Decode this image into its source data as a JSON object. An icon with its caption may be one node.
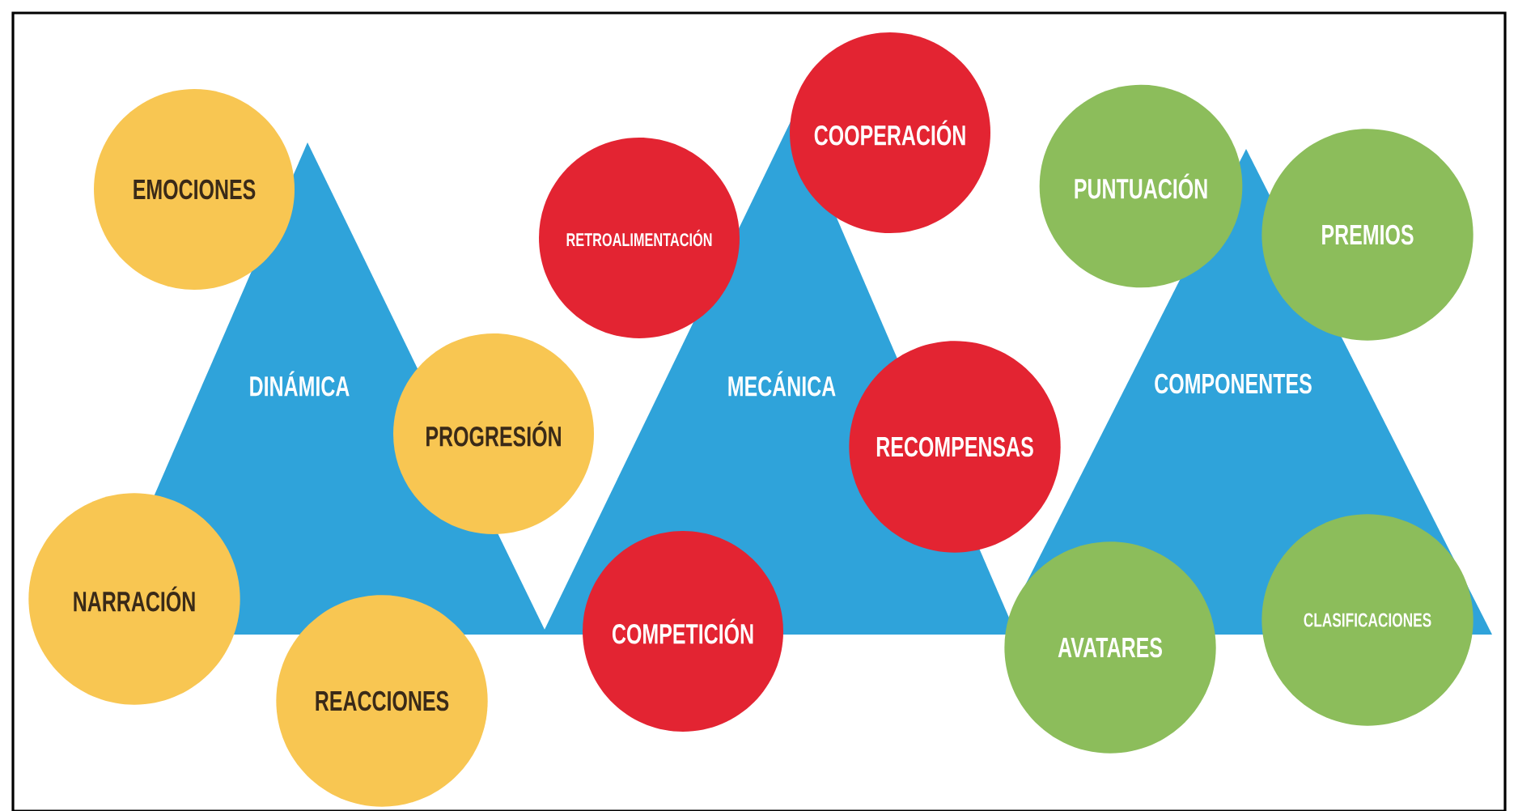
{
  "diagram": {
    "nodes": [
      {
        "text": [
          "DINÁMICA"
        ]
      },
      {
        "text": [
          "EMOCIONES"
        ]
      },
      {
        "text": [
          "PROGRESIÓN"
        ]
      },
      {
        "text": [
          "NARRACIÓN"
        ]
      },
      {
        "text": [
          "REACCIONES"
        ]
      },
      {
        "text": [
          "MECÁNICA"
        ]
      },
      {
        "text": [
          "RETROALIMENTACIÓN"
        ]
      },
      {
        "text": [
          "COOPERACIÓN"
        ]
      },
      {
        "text": [
          "RECOMPENSAS"
        ]
      },
      {
        "text": [
          "COMPETICIÓN"
        ]
      },
      {
        "text": [
          "COMPONENTES"
        ]
      },
      {
        "text": [
          "PUNTUACIÓN"
        ]
      },
      {
        "text": [
          "PREMIOS"
        ]
      },
      {
        "text": [
          "AVATARES"
        ]
      },
      {
        "text": [
          "CLASIFICACIONES"
        ]
      }
    ]
  }
}
